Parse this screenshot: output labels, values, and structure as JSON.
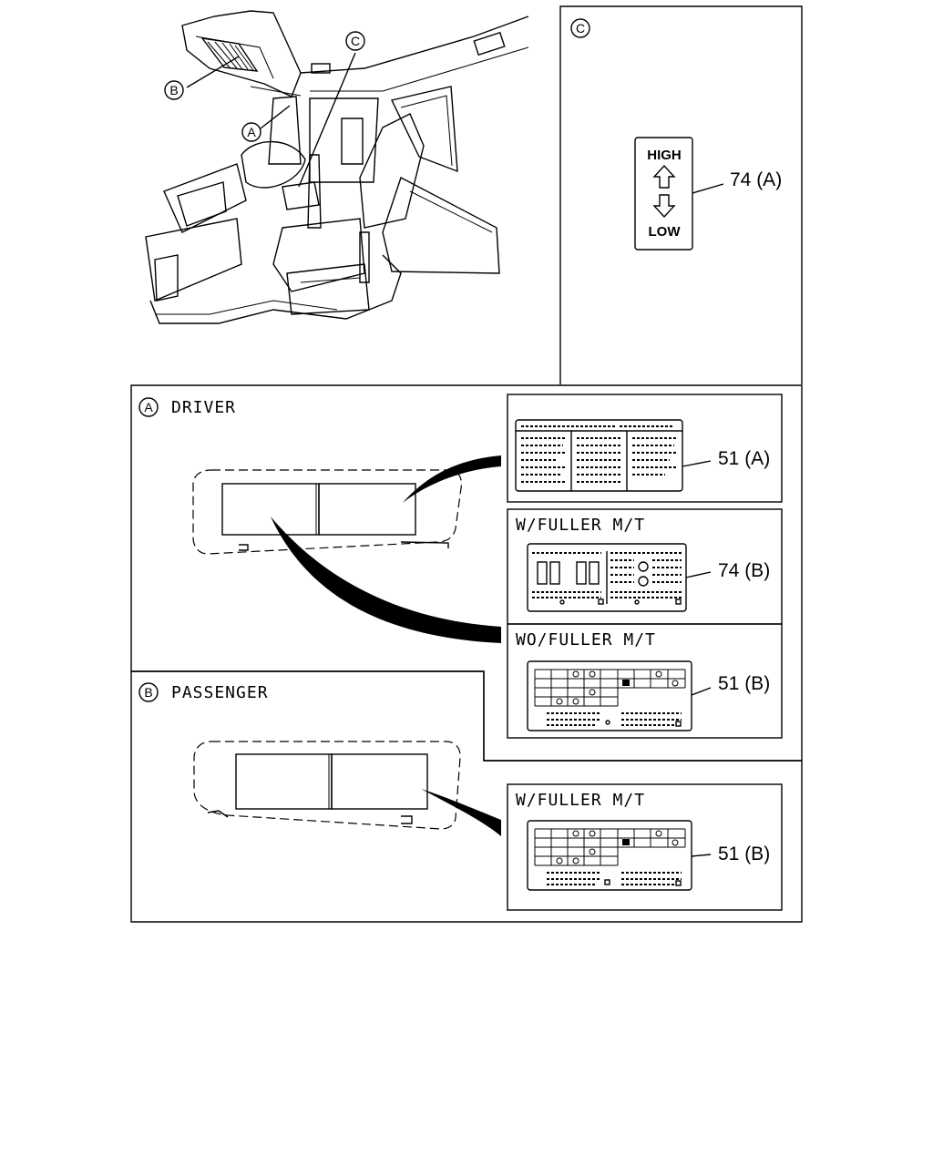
{
  "callouts": {
    "a": "A",
    "b": "B",
    "c": "C"
  },
  "panel_c": {
    "letter": "C",
    "switch_high": "HIGH",
    "switch_low": "LOW",
    "part": "74 (A)"
  },
  "panel_a": {
    "letter": "A",
    "title": "DRIVER",
    "label_top_part": "51 (A)",
    "w_fuller_title": "W/FULLER M/T",
    "w_fuller_part": "74 (B)",
    "wo_fuller_title": "WO/FULLER M/T",
    "wo_fuller_part": "51 (B)"
  },
  "panel_b": {
    "letter": "B",
    "title": "PASSENGER",
    "w_fuller_title": "W/FULLER M/T",
    "w_fuller_part": "51 (B)"
  }
}
